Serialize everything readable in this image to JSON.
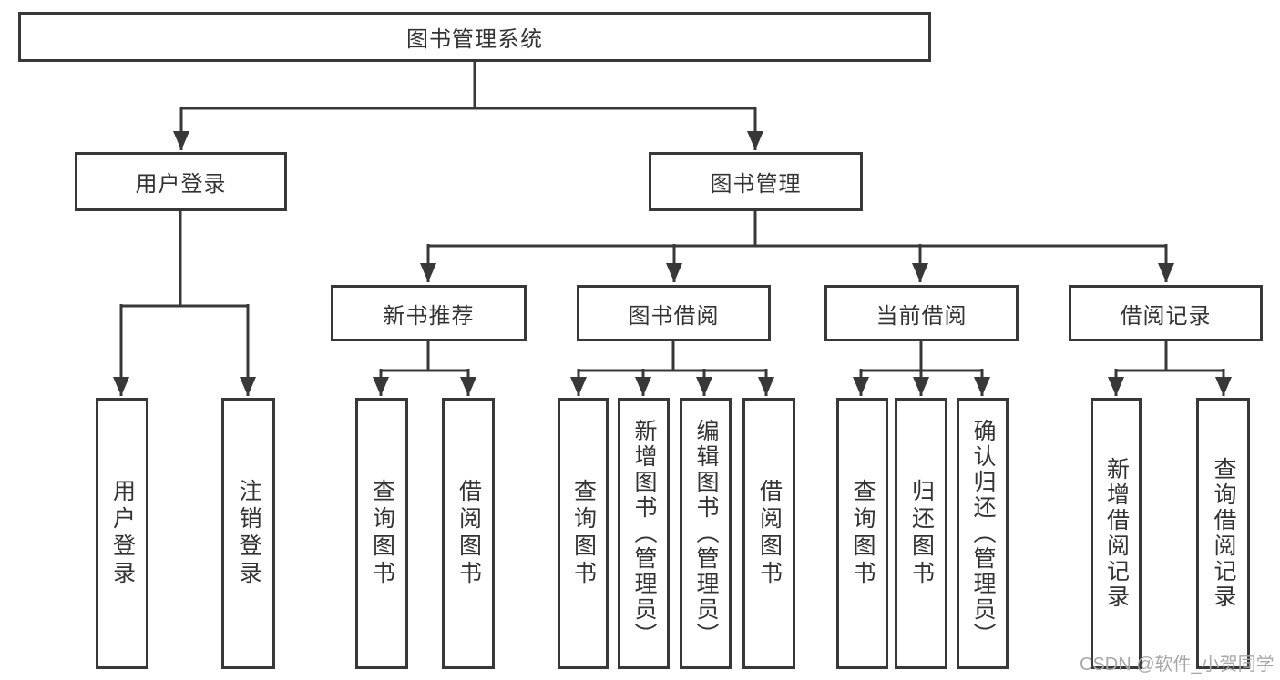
{
  "colors": {
    "line": "#383838",
    "text": "#333333",
    "watermark": "#a8a8a8",
    "background": "#ffffff"
  },
  "tree": {
    "root": {
      "label": "图书管理系统"
    },
    "children": [
      {
        "label": "用户登录",
        "children": [
          {
            "label": "用户登录"
          },
          {
            "label": "注销登录"
          }
        ]
      },
      {
        "label": "图书管理",
        "children": [
          {
            "label": "新书推荐",
            "children": [
              {
                "label": "查询图书"
              },
              {
                "label": "借阅图书"
              }
            ]
          },
          {
            "label": "图书借阅",
            "children": [
              {
                "label": "查询图书"
              },
              {
                "label": "新增图书（管理员）"
              },
              {
                "label": "编辑图书（管理员）"
              },
              {
                "label": "借阅图书"
              }
            ]
          },
          {
            "label": "当前借阅",
            "children": [
              {
                "label": "查询图书"
              },
              {
                "label": "归还图书"
              },
              {
                "label": "确认归还（管理员）"
              }
            ]
          },
          {
            "label": "借阅记录",
            "children": [
              {
                "label": "新增借阅记录"
              },
              {
                "label": "查询借阅记录"
              }
            ]
          }
        ]
      }
    ]
  },
  "watermark": {
    "text": "CSDN @软件_小贺同学"
  }
}
